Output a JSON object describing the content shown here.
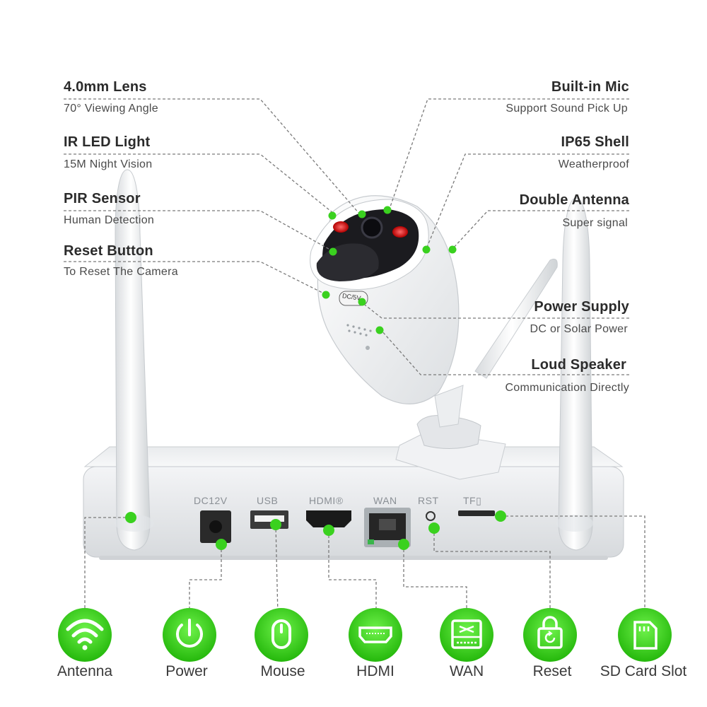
{
  "colors": {
    "accent": "#3ad11f",
    "accent_dark": "#1fa80a",
    "leader_line": "#7a7a7a",
    "title_text": "#2b2b2b",
    "sub_text": "#4a4a4a"
  },
  "callouts_left": [
    {
      "title": "4.0mm Lens",
      "subtitle": "70° Viewing Angle"
    },
    {
      "title": "IR LED Light",
      "subtitle": "15M Night Vision"
    },
    {
      "title": "PIR Sensor",
      "subtitle": "Human Detection"
    },
    {
      "title": "Reset Button",
      "subtitle": "To Reset The Camera"
    }
  ],
  "callouts_right": [
    {
      "title": "Built-in Mic",
      "subtitle": "Support Sound Pick Up"
    },
    {
      "title": "IP65 Shell",
      "subtitle": "Weatherproof"
    },
    {
      "title": "Double Antenna",
      "subtitle": "Super signal"
    },
    {
      "title": "Power Supply",
      "subtitle": "DC or Solar Power"
    },
    {
      "title": "Loud Speaker",
      "subtitle": "Communication Directly"
    }
  ],
  "camera": {
    "port_label": "DC/5V"
  },
  "nvr_ports": [
    {
      "label": "DC12V"
    },
    {
      "label": "USB"
    },
    {
      "label": "HDMI®"
    },
    {
      "label": "WAN"
    },
    {
      "label": "RST"
    },
    {
      "label": "TF▯"
    }
  ],
  "bottom_features": [
    {
      "label": "Antenna",
      "icon": "wifi-icon"
    },
    {
      "label": "Power",
      "icon": "power-icon"
    },
    {
      "label": "Mouse",
      "icon": "mouse-icon"
    },
    {
      "label": "HDMI",
      "icon": "hdmi-icon"
    },
    {
      "label": "WAN",
      "icon": "network-switch-icon"
    },
    {
      "label": "Reset",
      "icon": "reset-lock-icon"
    },
    {
      "label": "SD Card Slot",
      "icon": "sd-card-icon"
    }
  ]
}
